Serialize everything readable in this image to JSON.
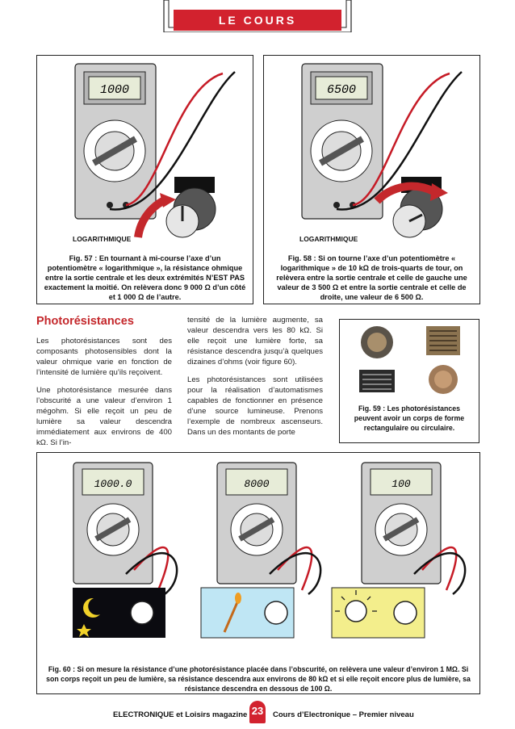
{
  "header": {
    "title": "LE COURS"
  },
  "fig57": {
    "display": "1000",
    "label": "LOGARITHMIQUE",
    "caption": "Fig. 57 : En tournant à mi-course l’axe d’un potentiomètre « logarithmique », la résistance ohmique entre la sortie centrale et les deux extrémités N’EST PAS exactement la moitié. On relèvera donc 9 000 Ω d’un côté et 1 000 Ω de l’autre."
  },
  "fig58": {
    "display": "6500",
    "label": "LOGARITHMIQUE",
    "caption": "Fig. 58 : Si on tourne l’axe d’un potentiomètre « logarithmique » de 10 kΩ de trois-quarts de tour, on relèvera entre la sortie centrale et celle de gauche une valeur de 3 500 Ω et entre la sortie centrale et celle de droite, une valeur de 6 500 Ω."
  },
  "section": {
    "title": "Photorésistances",
    "col1": [
      "Les photorésistances sont des composants photosensibles dont la valeur ohmique varie en fonction de l’intensité de lumière qu’ils reçoivent.",
      "Une photorésistance mesurée dans l’obscurité a une valeur d’environ 1 mégohm. Si elle reçoit un peu de lumière sa valeur descendra immédiatement aux environs de 400 kΩ. Si l’in-"
    ],
    "col2": [
      "tensité de la lumière augmente, sa valeur descendra vers les 80 kΩ. Si elle reçoit une lumière forte, sa résistance descendra jusqu’à quelques dizaines d’ohms (voir figure 60).",
      "Les photorésistances sont utilisées pour la réalisation d’automatismes capables de fonctionner en présence d’une source lumineuse. Prenons l’exemple de nombreux ascenseurs. Dans un des montants de porte"
    ]
  },
  "fig59": {
    "caption": "Fig. 59 : Les photorésistances peuvent avoir un corps de forme rectangulaire ou circulaire."
  },
  "fig60": {
    "displays": [
      "1000.0",
      "8000",
      "100"
    ],
    "caption": "Fig. 60 : Si on mesure la résistance d’une photorésistance placée dans l’obscurité, on relèvera une valeur d’environ 1 MΩ. Si son corps reçoit un peu de lumière, sa résistance descendra aux environs de 80 kΩ et si elle reçoit encore plus de lumière, sa résistance descendra en dessous de 100 Ω."
  },
  "footer": {
    "left": "ELECTRONIQUE et Loisirs magazine",
    "page": "23",
    "right": "Cours d’Electronique – Premier niveau"
  },
  "colors": {
    "accent": "#d2222e",
    "fig60_bg2": "#bfe6f4",
    "fig60_bg3": "#f3ee8c"
  }
}
